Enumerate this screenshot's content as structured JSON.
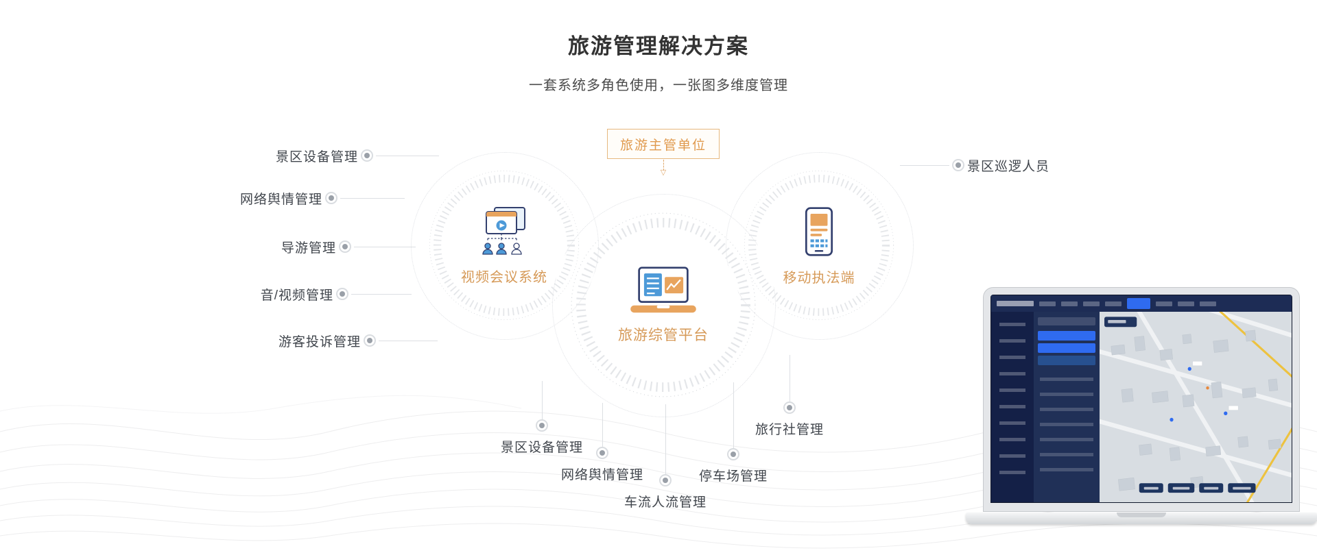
{
  "header": {
    "title": "旅游管理解决方案",
    "subtitle": "一套系统多角色使用，一张图多维度管理"
  },
  "diagram": {
    "authority_label": "旅游主管单位",
    "authority_arrow_glyph": "▽",
    "nodes": {
      "video": "视频会议系统",
      "platform": "旅游综管平台",
      "mobile": "移动执法端"
    },
    "left_labels": [
      "景区设备管理",
      "网络舆情管理",
      "导游管理",
      "音/视频管理",
      "游客投诉管理"
    ],
    "right_labels": [
      "景区巡逻人员"
    ],
    "bottom_labels": [
      "景区设备管理",
      "网络舆情管理",
      "车流人流管理",
      "停车场管理",
      "旅行社管理"
    ]
  },
  "icons": {
    "video_node": "video-conference-icon",
    "platform_node": "laptop-dashboard-icon",
    "mobile_node": "mobile-terminal-icon",
    "authority_arrow": "dashed-down-arrow-icon",
    "laptop_preview": "dashboard-map-screenshot"
  },
  "colors": {
    "accent_orange": "#E09A4E",
    "node_label_orange": "#D69A58",
    "icon_navy": "#33406E",
    "icon_blue": "#4D9AD8",
    "icon_orange": "#E8A45E",
    "connector_gray": "#DCDFE3",
    "dashboard_navy": "#243353",
    "dashboard_blue": "#2F6BF0"
  }
}
